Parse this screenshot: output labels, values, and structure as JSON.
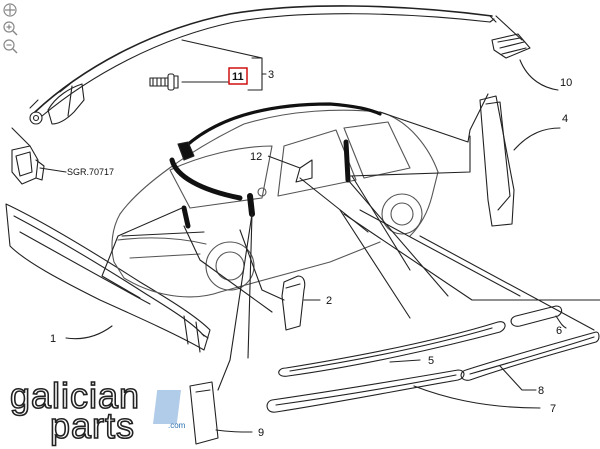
{
  "zoom_tools": [
    {
      "name": "pan-icon",
      "glyph": "✥"
    },
    {
      "name": "zoom-in-icon",
      "glyph": "+"
    },
    {
      "name": "zoom-out-icon",
      "glyph": "−"
    }
  ],
  "callouts": {
    "c1": "1",
    "c2": "2",
    "c3": "3",
    "c4": "4",
    "c5": "5",
    "c6": "6",
    "c7": "7",
    "c8": "8",
    "c9": "9",
    "c10": "10",
    "c11": "11",
    "c12": "12"
  },
  "reference_label": "SGR.70717",
  "brand": {
    "line1": "galician",
    "line2": "parts",
    "suffix": ".com"
  },
  "colors": {
    "line": "#222222",
    "highlight": "#111111",
    "boxed_callout": "#cc0000",
    "brand_accent": "#2a6fb0"
  }
}
